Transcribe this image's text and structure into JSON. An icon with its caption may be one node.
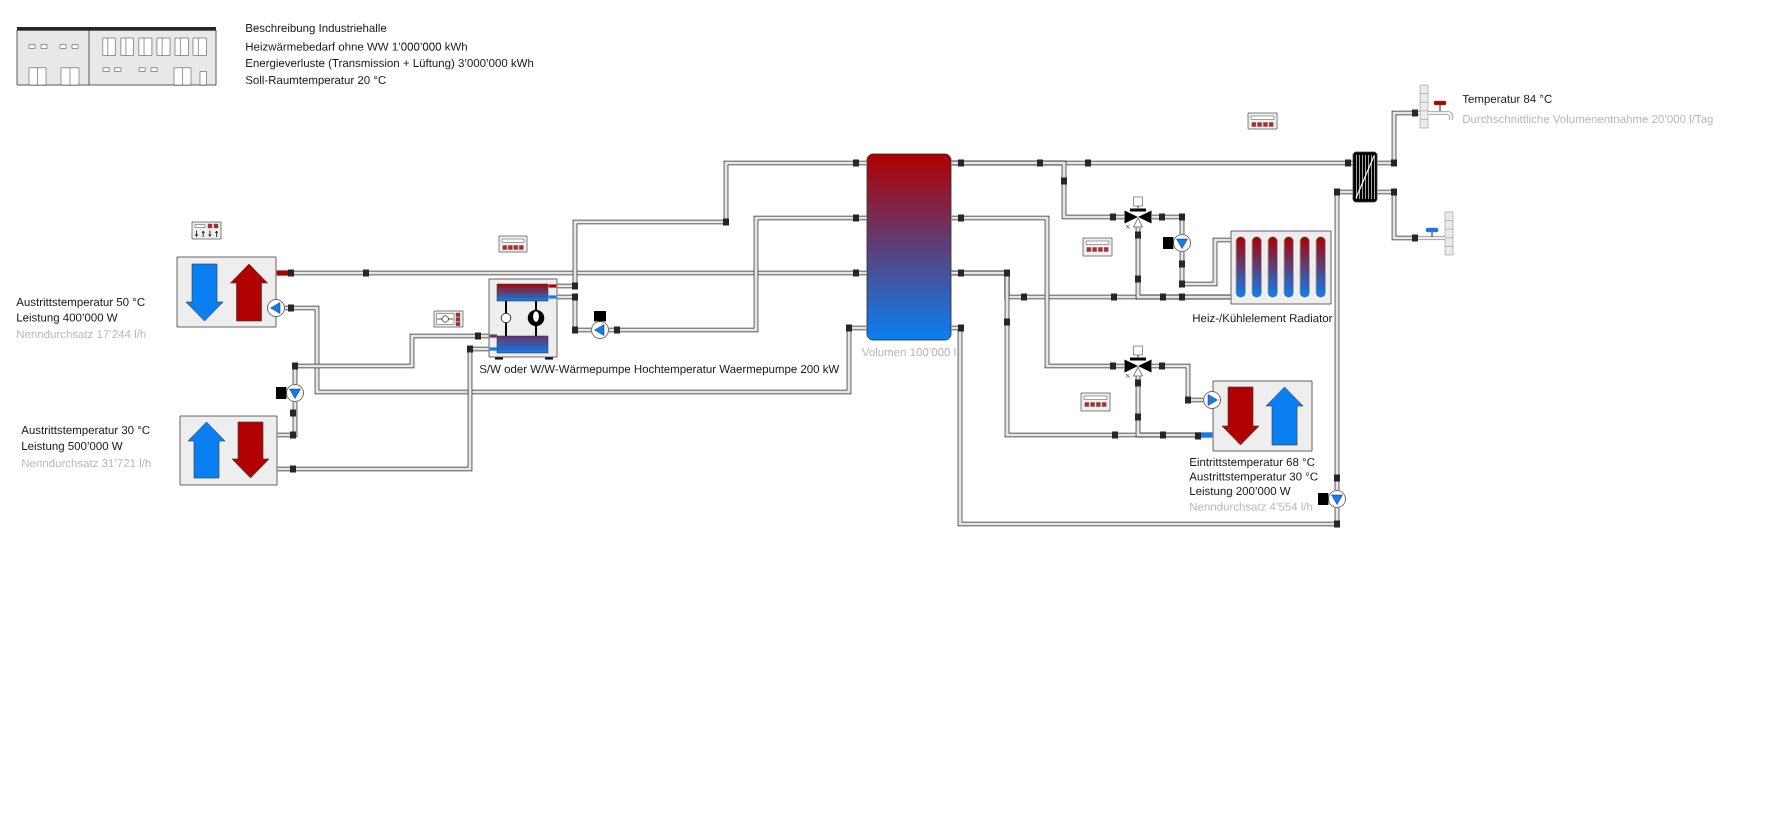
{
  "diagram": {
    "nodes": [
      {
        "text": [],
        "shape": "box",
        "beside": [
          "Austrittstemperatur 50 °C",
          "Leistung 400’000 W",
          "Nenndurchsatz 17’244 l/h"
        ]
      },
      {
        "text": [],
        "shape": "pump"
      },
      {
        "text": [],
        "shape": "box",
        "beside": [
          "Austrittstemperatur 30 °C",
          "Leistung 500’000 W",
          "Nenndurchsatz 31’721 l/h"
        ]
      },
      {
        "text": [],
        "shape": "pump"
      },
      {
        "text": [],
        "shape": "box",
        "beside": [
          "S/W oder W/W-Wärmepumpe Hochtemperatur Waermepumpe 200 kW"
        ]
      },
      {
        "text": [],
        "shape": "pump"
      },
      {
        "text": [],
        "shape": "cylinder",
        "beside": [
          "Volumen 100’000 l"
        ]
      },
      {
        "text": [],
        "shape": "valve"
      },
      {
        "text": [],
        "shape": "pump"
      },
      {
        "text": [],
        "shape": "box",
        "beside": [
          "Heiz-/Kühlelement Radiator"
        ]
      },
      {
        "text": [],
        "shape": "valve"
      },
      {
        "text": [],
        "shape": "pump"
      },
      {
        "text": [],
        "shape": "box",
        "beside": [
          "Eintrittstemperatur 68 °C",
          "Austrittstemperatur 30 °C",
          "Leistung 200’000 W",
          "Nenndurchsatz 4’554 l/h"
        ]
      },
      {
        "text": [],
        "shape": "box"
      },
      {
        "text": [],
        "shape": "pump"
      },
      {
        "text": [],
        "shape": "tap",
        "beside": [
          "Temperatur 84 °C",
          "Durchschnittliche Volumenentnahme 20’000 l/Tag"
        ]
      },
      {
        "text": [],
        "shape": "tap"
      }
    ],
    "edges": [
      {
        "from": 0,
        "to": 6,
        "arrow": "none"
      },
      {
        "from": 1,
        "to": 6,
        "arrow": "none"
      },
      {
        "from": 3,
        "to": 2,
        "arrow": "none"
      },
      {
        "from": 3,
        "to": 4,
        "arrow": "none"
      },
      {
        "from": 2,
        "to": 4,
        "arrow": "none"
      },
      {
        "from": 4,
        "to": 6,
        "arrow": "none"
      },
      {
        "from": 4,
        "to": 5,
        "arrow": "none"
      },
      {
        "from": 5,
        "to": 6,
        "arrow": "none"
      },
      {
        "from": 6,
        "to": 13,
        "arrow": "none"
      },
      {
        "from": 6,
        "to": 7,
        "arrow": "none"
      },
      {
        "from": 7,
        "to": 8,
        "arrow": "none"
      },
      {
        "from": 8,
        "to": 9,
        "arrow": "none"
      },
      {
        "from": 9,
        "to": 6,
        "arrow": "none"
      },
      {
        "from": 9,
        "to": 7,
        "arrow": "none"
      },
      {
        "from": 6,
        "to": 10,
        "arrow": "none"
      },
      {
        "from": 10,
        "to": 11,
        "arrow": "none"
      },
      {
        "from": 12,
        "to": 6,
        "arrow": "none"
      },
      {
        "from": 12,
        "to": 10,
        "arrow": "none"
      },
      {
        "from": 6,
        "to": 14,
        "arrow": "none"
      },
      {
        "from": 14,
        "to": 13,
        "arrow": "none"
      },
      {
        "from": 13,
        "to": 15,
        "arrow": "none"
      },
      {
        "from": 13,
        "to": 16,
        "arrow": "none"
      }
    ],
    "labels": [
      "Beschreibung Industriehalle",
      "Heizwärmebedarf ohne WW 1’000’000 kWh",
      "Energieverluste (Transmission + Lüftung) 3’000’000 kWh",
      "Soll-Raumtemperatur 20 °C"
    ]
  }
}
